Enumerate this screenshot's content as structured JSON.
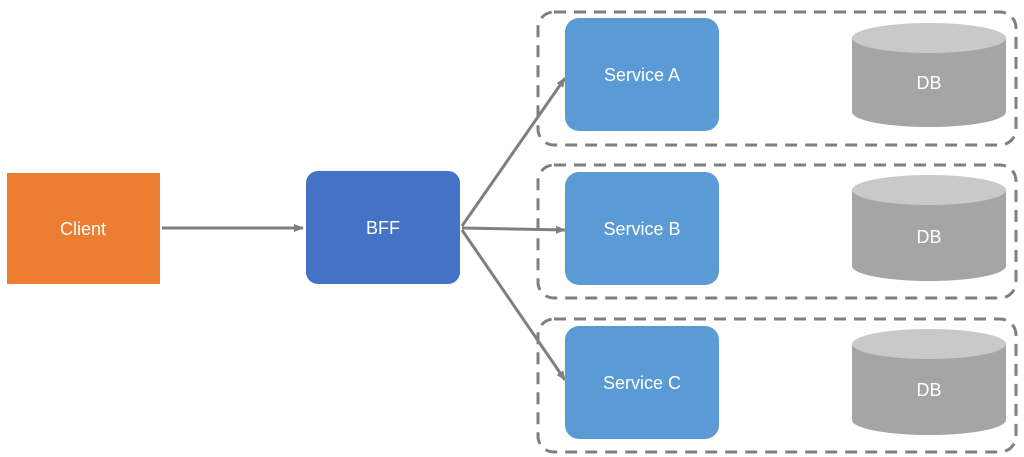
{
  "diagram": {
    "client": {
      "label": "Client",
      "color": "#ED7D31"
    },
    "bff": {
      "label": "BFF",
      "color": "#4472C4"
    },
    "services": [
      {
        "label": "Service A",
        "db_label": "DB"
      },
      {
        "label": "Service B",
        "db_label": "DB"
      },
      {
        "label": "Service C",
        "db_label": "DB"
      }
    ],
    "colors": {
      "service": "#5B9BD5",
      "db_body": "#A5A5A5",
      "db_top": "#C9C9C9",
      "arrow": "#7F7F7F",
      "group_border": "#7F7F7F"
    }
  }
}
